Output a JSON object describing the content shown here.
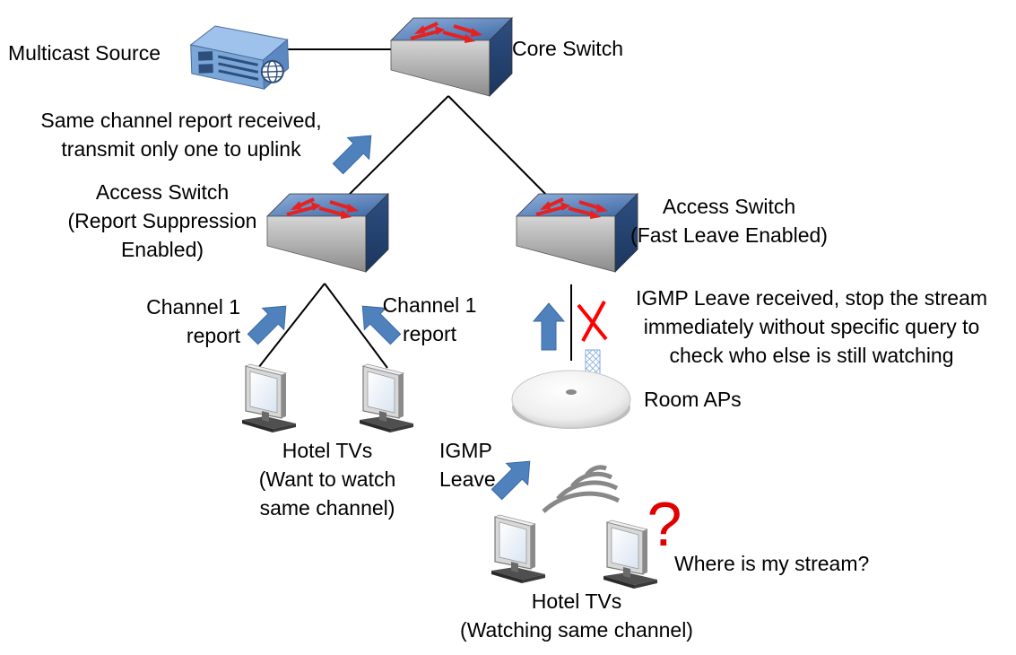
{
  "nodes": {
    "multicast_source": "Multicast Source",
    "core_switch": "Core Switch",
    "access_switch_left": [
      "Access Switch",
      "(Report Suppression",
      "Enabled)"
    ],
    "access_switch_right": [
      "Access Switch",
      "(Fast Leave Enabled)"
    ],
    "room_aps": "Room APs",
    "hotel_tvs_left": [
      "Hotel TVs",
      "(Want to watch",
      "same channel)"
    ],
    "hotel_tvs_right": [
      "Hotel TVs",
      "(Watching same channel)"
    ]
  },
  "annotations": {
    "report_suppression": [
      "Same channel report received,",
      "transmit only one to uplink"
    ],
    "channel1_report_left": [
      "Channel 1",
      "report"
    ],
    "channel1_report_right": [
      "Channel 1",
      "report"
    ],
    "igmp_leave_received": [
      "IGMP Leave received, stop the stream",
      "immediately without specific query to",
      "check who else is still watching"
    ],
    "igmp_leave": [
      "IGMP",
      "Leave"
    ],
    "where_is_stream": "Where is my stream?",
    "question_mark": "?"
  },
  "colors": {
    "arrow_blue": "#4f81bd",
    "switch_top": "#5b82b8",
    "switch_front": "#a9a9a9",
    "switch_arrows": "#e52222",
    "red_x": "#ff0000",
    "question_mark": "#e00000",
    "blocked_arrow_pattern": "#7fa7d8"
  },
  "icons": [
    "server-icon",
    "switch-icon",
    "access-point-icon",
    "tv-monitor-icon",
    "wifi-signal-icon",
    "upward-arrow-icon",
    "cross-mark-icon"
  ]
}
